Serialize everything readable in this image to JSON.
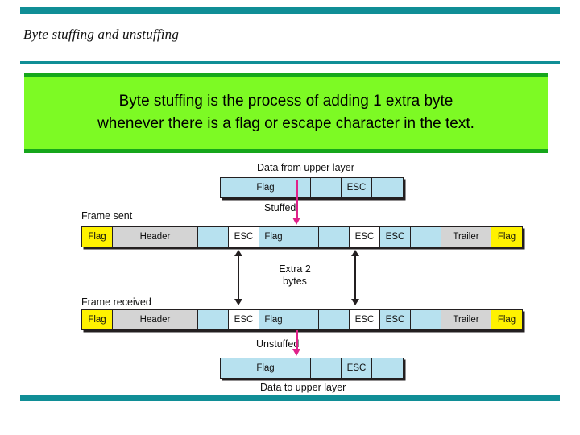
{
  "slide": {
    "title": "Byte stuffing and unstuffing",
    "accent_color": "#108e96",
    "callout": {
      "background": "#7dfa24",
      "border_color": "#16a61b",
      "line1": "Byte stuffing is the process of adding 1 extra byte",
      "line2": "whenever there is a flag or escape character in the text."
    }
  },
  "figure": {
    "colors": {
      "data_blue": "#b7e1ef",
      "flag_yellow": "#fff200",
      "header_gray": "#d4d4d4",
      "escape_white": "#ffffff",
      "outline": "#231f20",
      "stuff_arrow_pink": "#e0218a"
    },
    "captions": {
      "data_from_upper_layer": "Data from upper layer",
      "stuffed": "Stuffed",
      "frame_sent": "Frame sent",
      "extra_line1": "Extra 2",
      "extra_line2": "bytes",
      "frame_received": "Frame received",
      "unstuffed": "Unstuffed",
      "data_to_upper_layer": "Data to upper layer"
    },
    "upper_data_row": {
      "name": "data-from-upper-layer-row",
      "cells": [
        {
          "label": "",
          "style": "blue",
          "width": 38
        },
        {
          "label": "Flag",
          "style": "blue",
          "width": 36
        },
        {
          "label": "",
          "style": "blue",
          "width": 38
        },
        {
          "label": "",
          "style": "blue",
          "width": 38
        },
        {
          "label": "ESC",
          "style": "blue",
          "width": 38
        },
        {
          "label": "",
          "style": "blue",
          "width": 38
        }
      ]
    },
    "frame_sent_row": {
      "name": "frame-sent-row",
      "cells": [
        {
          "label": "Flag",
          "style": "yellow",
          "width": 38
        },
        {
          "label": "Header",
          "style": "gray",
          "width": 106
        },
        {
          "label": "",
          "style": "blue",
          "width": 38
        },
        {
          "label": "ESC",
          "style": "white",
          "width": 38
        },
        {
          "label": "Flag",
          "style": "blue",
          "width": 36
        },
        {
          "label": "",
          "style": "blue",
          "width": 38
        },
        {
          "label": "",
          "style": "blue",
          "width": 38
        },
        {
          "label": "ESC",
          "style": "white",
          "width": 38
        },
        {
          "label": "ESC",
          "style": "blue",
          "width": 38
        },
        {
          "label": "",
          "style": "blue",
          "width": 38
        },
        {
          "label": "Trailer",
          "style": "gray",
          "width": 62
        },
        {
          "label": "Flag",
          "style": "yellow",
          "width": 38
        }
      ]
    },
    "frame_received_row": {
      "name": "frame-received-row",
      "cells": [
        {
          "label": "Flag",
          "style": "yellow",
          "width": 38
        },
        {
          "label": "Header",
          "style": "gray",
          "width": 106
        },
        {
          "label": "",
          "style": "blue",
          "width": 38
        },
        {
          "label": "ESC",
          "style": "white",
          "width": 38
        },
        {
          "label": "Flag",
          "style": "blue",
          "width": 36
        },
        {
          "label": "",
          "style": "blue",
          "width": 38
        },
        {
          "label": "",
          "style": "blue",
          "width": 38
        },
        {
          "label": "ESC",
          "style": "white",
          "width": 38
        },
        {
          "label": "ESC",
          "style": "blue",
          "width": 38
        },
        {
          "label": "",
          "style": "blue",
          "width": 38
        },
        {
          "label": "Trailer",
          "style": "gray",
          "width": 62
        },
        {
          "label": "Flag",
          "style": "yellow",
          "width": 38
        }
      ]
    },
    "lower_data_row": {
      "name": "data-to-upper-layer-row",
      "cells": [
        {
          "label": "",
          "style": "blue",
          "width": 38
        },
        {
          "label": "Flag",
          "style": "blue",
          "width": 36
        },
        {
          "label": "",
          "style": "blue",
          "width": 38
        },
        {
          "label": "",
          "style": "blue",
          "width": 38
        },
        {
          "label": "ESC",
          "style": "blue",
          "width": 38
        },
        {
          "label": "",
          "style": "blue",
          "width": 38
        }
      ]
    }
  }
}
